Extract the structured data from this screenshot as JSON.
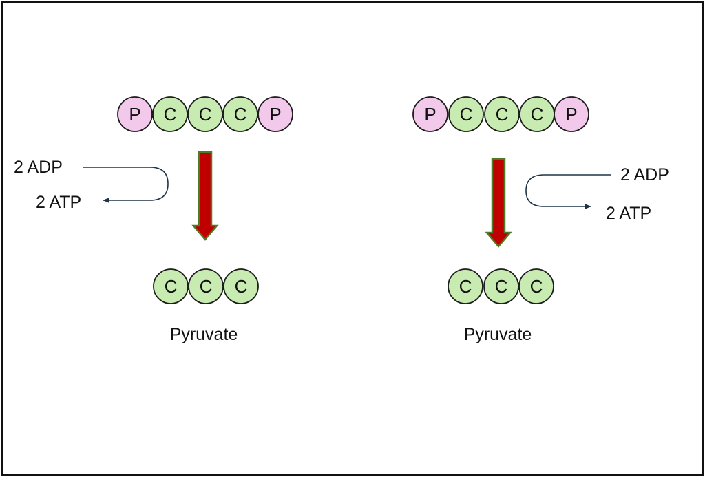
{
  "colors": {
    "phosphate_fill": "#f2c9ea",
    "carbon_fill": "#c7ebb1",
    "circle_stroke": "#1c1c1c",
    "arrow_fill": "#c00000",
    "arrow_stroke": "#4f7a26",
    "connector_stroke": "#1f3347"
  },
  "panels": [
    {
      "substrate": [
        "P",
        "C",
        "C",
        "C",
        "P"
      ],
      "input_label": "2 ADP",
      "output_label": "2 ATP",
      "product": [
        "C",
        "C",
        "C"
      ],
      "product_label": "Pyruvate"
    },
    {
      "substrate": [
        "P",
        "C",
        "C",
        "C",
        "P"
      ],
      "input_label": "2 ADP",
      "output_label": "2 ATP",
      "product": [
        "C",
        "C",
        "C"
      ],
      "product_label": "Pyruvate"
    }
  ]
}
